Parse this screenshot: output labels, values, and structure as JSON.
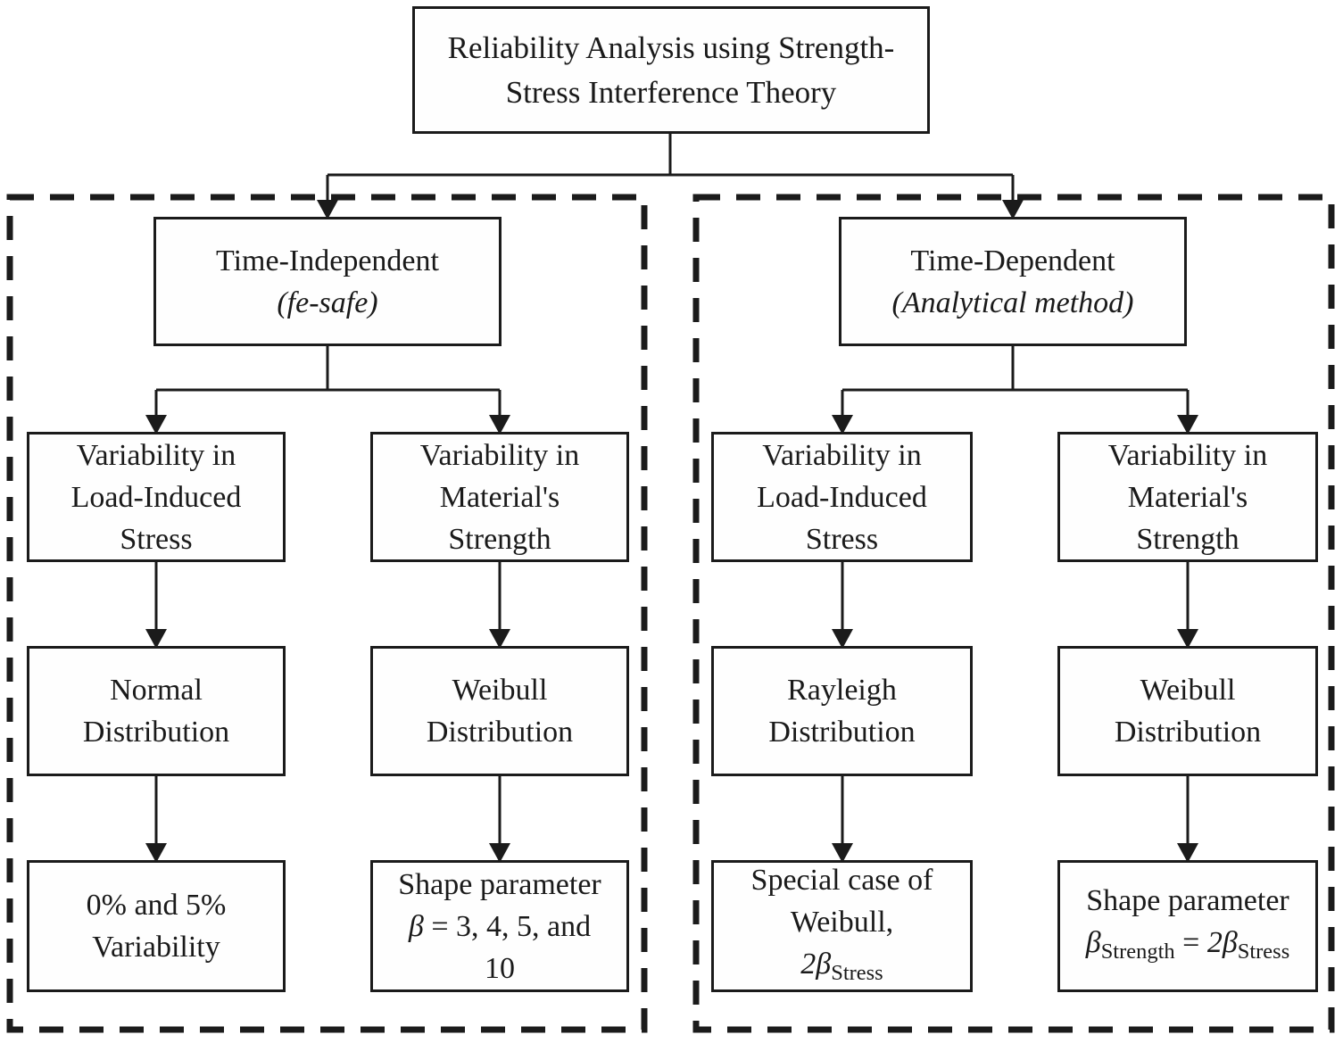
{
  "title": {
    "line1": "Reliability Analysis using Strength-",
    "line2": "Stress Interference Theory"
  },
  "left_branch": {
    "header": {
      "line1": "Time-Independent",
      "line2": "(fe-safe)"
    },
    "stress_path": {
      "variability": {
        "line1": "Variability in",
        "line2": "Load-Induced",
        "line3": "Stress"
      },
      "distribution": {
        "line1": "Normal",
        "line2": "Distribution"
      },
      "result": {
        "line1": "0% and 5%",
        "line2": "Variability"
      }
    },
    "strength_path": {
      "variability": {
        "line1": "Variability in",
        "line2": "Material's",
        "line3": "Strength"
      },
      "distribution": {
        "line1": "Weibull",
        "line2": "Distribution"
      },
      "result": {
        "line1": "Shape parameter",
        "beta": "β",
        "rest": " = 3, 4, 5, and",
        "line3": "10"
      }
    }
  },
  "right_branch": {
    "header": {
      "line1": "Time-Dependent",
      "line2": "(Analytical method)"
    },
    "stress_path": {
      "variability": {
        "line1": "Variability in",
        "line2": "Load-Induced",
        "line3": "Stress"
      },
      "distribution": {
        "line1": "Rayleigh",
        "line2": "Distribution"
      },
      "result": {
        "line1": "Special case of",
        "line2": "Weibull,",
        "coef": "2β",
        "coef_sub": "Stress"
      }
    },
    "strength_path": {
      "variability": {
        "line1": "Variability in",
        "line2": "Material's",
        "line3": "Strength"
      },
      "distribution": {
        "line1": "Weibull",
        "line2": "Distribution"
      },
      "result": {
        "line1": "Shape parameter",
        "beta1": "β",
        "sub1": "Strength",
        "eq": " = ",
        "beta2": "2β",
        "sub2": "Stress"
      }
    }
  },
  "colors": {
    "ink": "#1b1b1b",
    "background": "#ffffff"
  }
}
